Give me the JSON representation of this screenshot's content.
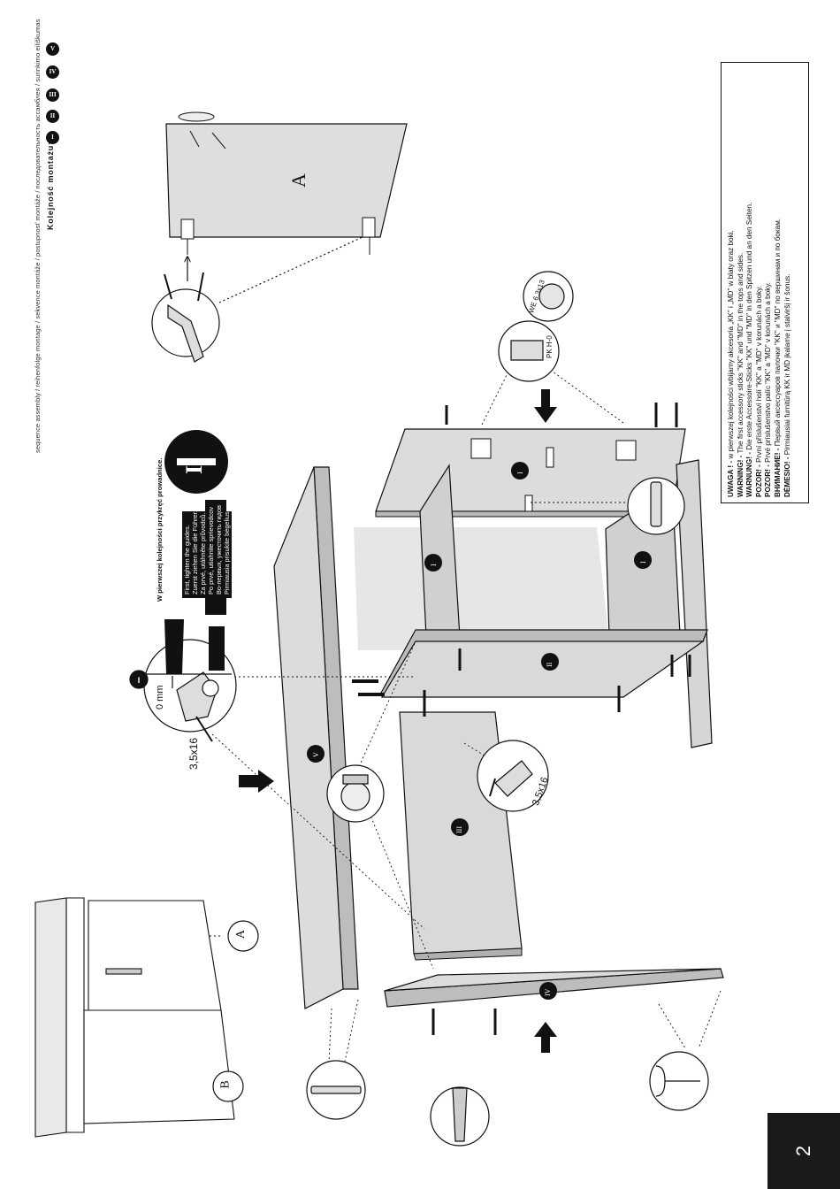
{
  "header": {
    "sequence_text": "sequence assembly / reihenfolge montage / sekvence montáže / postupnosť montáže / последовательность ассамблея / surinkimo eiliškumas",
    "order_label": "Kolejność montażu:",
    "steps": [
      "I",
      "II",
      "III",
      "IV",
      "V"
    ]
  },
  "warning": {
    "lines": [
      {
        "lead": "UWAGA ! -",
        "text": " w pierwszej kolejności wbijamy akcesoria „KK” i „MD” w blaty oraz boki."
      },
      {
        "lead": "WARNING! -",
        "text": " The first accessory sticks \"KK\" and \"MD\" in the tops and sides."
      },
      {
        "lead": "WARNUNG! -",
        "text": " Die erste Accessoire-Sticks \"KK\" und \"MD\" in den Spitzen und an den Seiten."
      },
      {
        "lead": "POZOR! -",
        "text": " První příslušenství holí \"KK\" a \"MD\" v korunách a boky."
      },
      {
        "lead": "POZOR! -",
        "text": " Prvé príslušenstvo palíc \"KK\" a \"MD\" v korunách a boky."
      },
      {
        "lead": "ВНИМАНИЕ! -",
        "text": " Первый аксессуаров палочки \"KK\" и \"MD\" по вершинам и по бокам."
      },
      {
        "lead": "DĖMESIO! -",
        "text": " Pirmiausiai furnitūrą KK ir MD įkalame į stalviršį ir šonus."
      }
    ]
  },
  "instruction": {
    "title": "W pierwszej kolejności przykręć prowadnice.",
    "lines": [
      "First, tighten the guides.",
      "Zuerst ziehen Sie die Führer.",
      "Za prvé, utáhněte průvodců.",
      "Po prvé, utiahnite sprievodcov",
      "Во-первых, ужесточить гидов",
      "Pirmiausia prisukite bėgelius"
    ],
    "step": "I"
  },
  "labels": {
    "letter_a": "A",
    "letter_b": "B",
    "zero_mm": "0 mm",
    "screw_size": "3,5x16",
    "screw_size_2": "3,5x16",
    "we_label": "WE 6,3x13",
    "pk_label": "PK H-0",
    "panel_labels": [
      "I",
      "I",
      "I",
      "II",
      "III",
      "IV",
      "V"
    ]
  },
  "page_number": "2",
  "colors": {
    "panel_fill": "#d9d9d9",
    "panel_dark": "#b3b3b3",
    "ink": "#111111",
    "tab_bg": "#1a1a1a"
  }
}
